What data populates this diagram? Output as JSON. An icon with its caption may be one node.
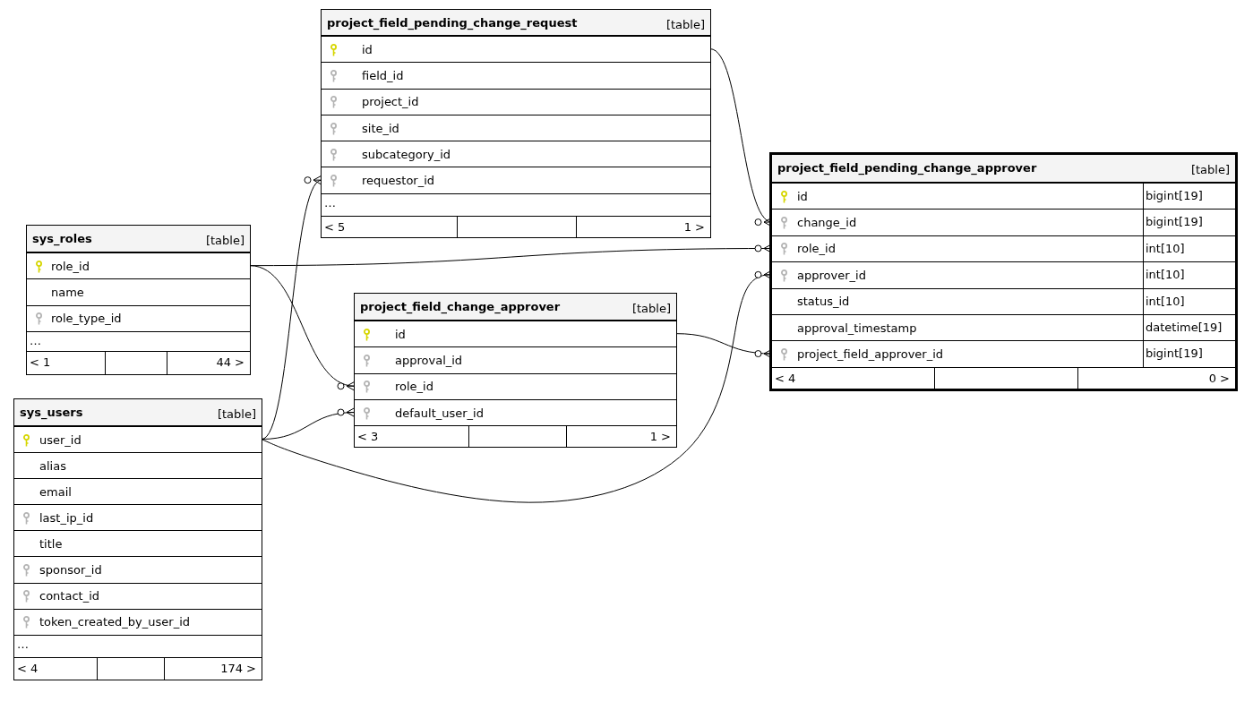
{
  "diagram": {
    "nodes": [
      {
        "text": [
          "project_field_pending_change_request",
          "[table]"
        ]
      },
      {
        "text": [
          "id"
        ],
        "in": 0
      },
      {
        "text": [
          "field_id"
        ],
        "in": 0
      },
      {
        "text": [
          "project_id"
        ],
        "in": 0
      },
      {
        "text": [
          "site_id"
        ],
        "in": 0
      },
      {
        "text": [
          "subcategory_id"
        ],
        "in": 0
      },
      {
        "text": [
          "requestor_id"
        ],
        "in": 0
      },
      {
        "text": [
          "…"
        ],
        "in": 0
      },
      {
        "text": [
          "< 5",
          "1 >"
        ],
        "in": 0
      },
      {
        "text": [
          "project_field_pending_change_approver",
          "[table]"
        ]
      },
      {
        "text": [
          "id",
          "bigint[19]"
        ],
        "in": 9
      },
      {
        "text": [
          "change_id",
          "bigint[19]"
        ],
        "in": 9
      },
      {
        "text": [
          "role_id",
          "int[10]"
        ],
        "in": 9
      },
      {
        "text": [
          "approver_id",
          "int[10]"
        ],
        "in": 9
      },
      {
        "text": [
          "status_id",
          "int[10]"
        ],
        "in": 9
      },
      {
        "text": [
          "approval_timestamp",
          "datetime[19]"
        ],
        "in": 9
      },
      {
        "text": [
          "project_field_approver_id",
          "bigint[19]"
        ],
        "in": 9
      },
      {
        "text": [
          "< 4",
          "0 >"
        ],
        "in": 9
      },
      {
        "text": [
          "sys_roles",
          "[table]"
        ]
      },
      {
        "text": [
          "role_id"
        ],
        "in": 18
      },
      {
        "text": [
          "name"
        ],
        "in": 18
      },
      {
        "text": [
          "role_type_id"
        ],
        "in": 18
      },
      {
        "text": [
          "…"
        ],
        "in": 18
      },
      {
        "text": [
          "< 1",
          "44 >"
        ],
        "in": 18
      },
      {
        "text": [
          "project_field_change_approver",
          "[table]"
        ]
      },
      {
        "text": [
          "id"
        ],
        "in": 24
      },
      {
        "text": [
          "approval_id"
        ],
        "in": 24
      },
      {
        "text": [
          "role_id"
        ],
        "in": 24
      },
      {
        "text": [
          "default_user_id"
        ],
        "in": 24
      },
      {
        "text": [
          "< 3",
          "1 >"
        ],
        "in": 24
      },
      {
        "text": [
          "sys_users",
          "[table]"
        ]
      },
      {
        "text": [
          "user_id"
        ],
        "in": 30
      },
      {
        "text": [
          "alias"
        ],
        "in": 30
      },
      {
        "text": [
          "email"
        ],
        "in": 30
      },
      {
        "text": [
          "last_ip_id"
        ],
        "in": 30
      },
      {
        "text": [
          "title"
        ],
        "in": 30
      },
      {
        "text": [
          "sponsor_id"
        ],
        "in": 30
      },
      {
        "text": [
          "contact_id"
        ],
        "in": 30
      },
      {
        "text": [
          "token_created_by_user_id"
        ],
        "in": 30
      },
      {
        "text": [
          "…"
        ],
        "in": 30
      },
      {
        "text": [
          "< 4",
          "174 >"
        ],
        "in": 30
      }
    ],
    "edges": [
      {
        "from": 1,
        "to": 11,
        "arrow": "other"
      },
      {
        "from": 19,
        "to": 12,
        "arrow": "other"
      },
      {
        "from": 19,
        "to": 27,
        "arrow": "other"
      },
      {
        "from": 31,
        "to": 6,
        "arrow": "other"
      },
      {
        "from": 31,
        "to": 28,
        "arrow": "other"
      },
      {
        "from": 31,
        "to": 13,
        "arrow": "other"
      },
      {
        "from": 25,
        "to": 16,
        "arrow": "other"
      }
    ]
  }
}
